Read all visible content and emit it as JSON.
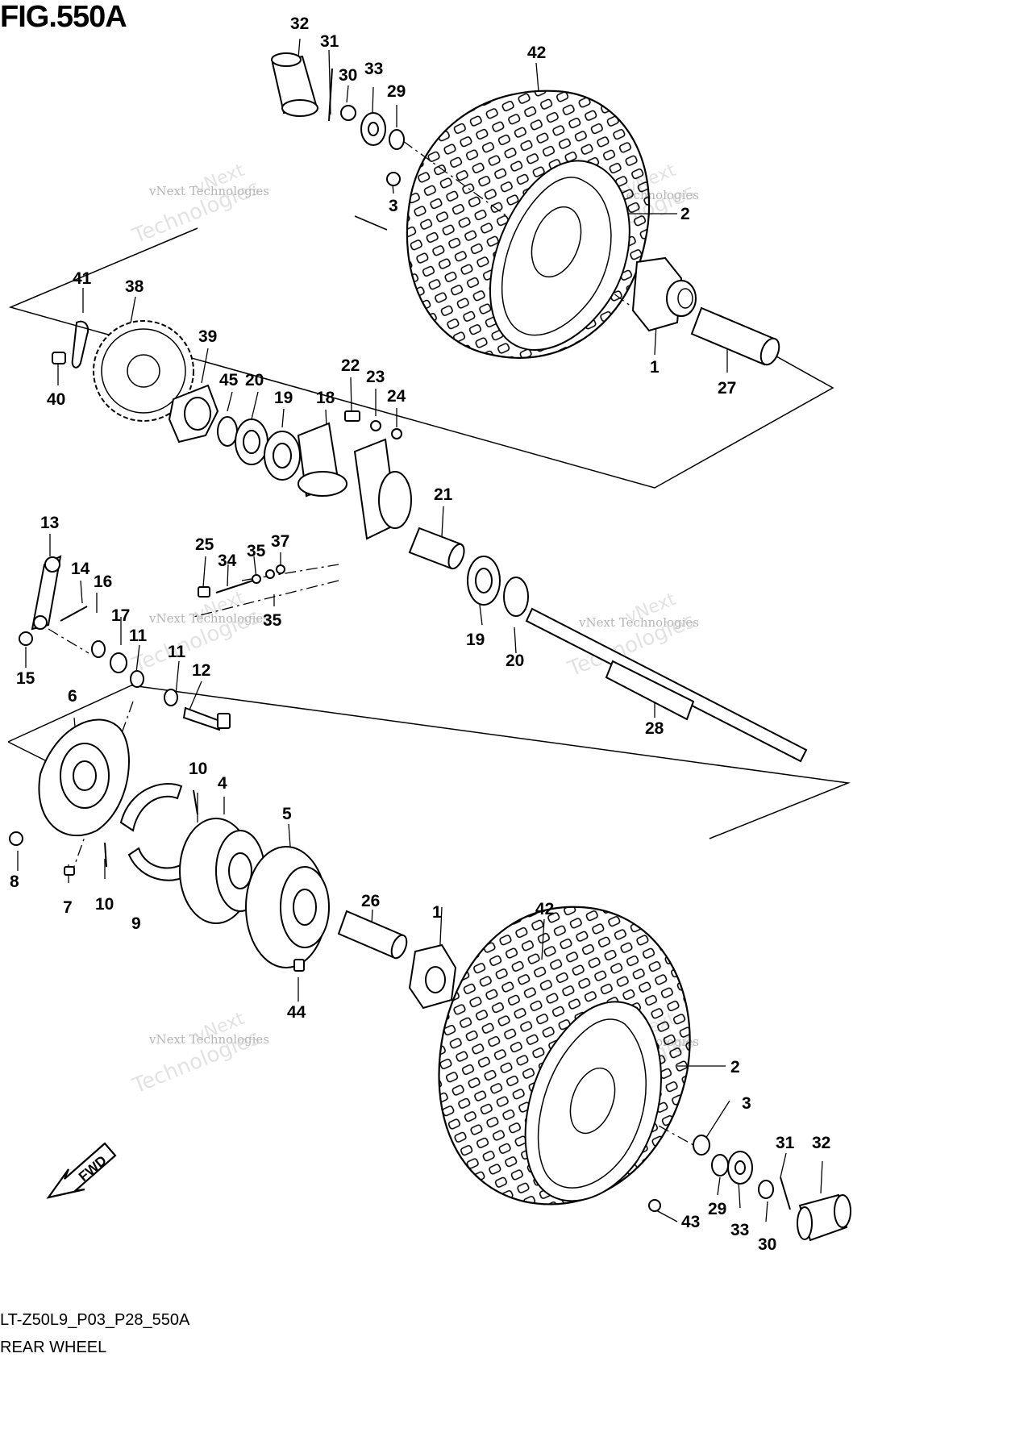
{
  "figure": {
    "title": "FIG.550A",
    "code": "LT-Z50L9_P03_P28_550A",
    "subtitle": "REAR WHEEL",
    "watermark_line1": "vNext Technologies",
    "watermark_line2": "Technologies",
    "watermark_line3": "vNext"
  },
  "fwd_label": "FWD",
  "callouts": [
    {
      "id": "c32a",
      "text": "32"
    },
    {
      "id": "c31a",
      "text": "31"
    },
    {
      "id": "c30a",
      "text": "30"
    },
    {
      "id": "c33a",
      "text": "33"
    },
    {
      "id": "c29a",
      "text": "29"
    },
    {
      "id": "c42a",
      "text": "42"
    },
    {
      "id": "c3a",
      "text": "3"
    },
    {
      "id": "c2a",
      "text": "2"
    },
    {
      "id": "c1a",
      "text": "1"
    },
    {
      "id": "c27",
      "text": "27"
    },
    {
      "id": "c41",
      "text": "41"
    },
    {
      "id": "c38",
      "text": "38"
    },
    {
      "id": "c40",
      "text": "40"
    },
    {
      "id": "c39",
      "text": "39"
    },
    {
      "id": "c45",
      "text": "45"
    },
    {
      "id": "c20a",
      "text": "20"
    },
    {
      "id": "c19a",
      "text": "19"
    },
    {
      "id": "c18",
      "text": "18"
    },
    {
      "id": "c22",
      "text": "22"
    },
    {
      "id": "c23",
      "text": "23"
    },
    {
      "id": "c24",
      "text": "24"
    },
    {
      "id": "c21",
      "text": "21"
    },
    {
      "id": "c13",
      "text": "13"
    },
    {
      "id": "c14",
      "text": "14"
    },
    {
      "id": "c16",
      "text": "16"
    },
    {
      "id": "c25",
      "text": "25"
    },
    {
      "id": "c34",
      "text": "34"
    },
    {
      "id": "c35a",
      "text": "35"
    },
    {
      "id": "c37",
      "text": "37"
    },
    {
      "id": "c35b",
      "text": "35"
    },
    {
      "id": "c17",
      "text": "17"
    },
    {
      "id": "c11a",
      "text": "11"
    },
    {
      "id": "c11b",
      "text": "11"
    },
    {
      "id": "c12",
      "text": "12"
    },
    {
      "id": "c15",
      "text": "15"
    },
    {
      "id": "c19b",
      "text": "19"
    },
    {
      "id": "c20b",
      "text": "20"
    },
    {
      "id": "c28",
      "text": "28"
    },
    {
      "id": "c6",
      "text": "6"
    },
    {
      "id": "c10a",
      "text": "10"
    },
    {
      "id": "c4",
      "text": "4"
    },
    {
      "id": "c5",
      "text": "5"
    },
    {
      "id": "c8",
      "text": "8"
    },
    {
      "id": "c7",
      "text": "7"
    },
    {
      "id": "c10b",
      "text": "10"
    },
    {
      "id": "c9",
      "text": "9"
    },
    {
      "id": "c26",
      "text": "26"
    },
    {
      "id": "c1b",
      "text": "1"
    },
    {
      "id": "c42b",
      "text": "42"
    },
    {
      "id": "c44",
      "text": "44"
    },
    {
      "id": "c2b",
      "text": "2"
    },
    {
      "id": "c3b",
      "text": "3"
    },
    {
      "id": "c31b",
      "text": "31"
    },
    {
      "id": "c32b",
      "text": "32"
    },
    {
      "id": "c29b",
      "text": "29"
    },
    {
      "id": "c33b",
      "text": "33"
    },
    {
      "id": "c30b",
      "text": "30"
    },
    {
      "id": "c43",
      "text": "43"
    }
  ]
}
